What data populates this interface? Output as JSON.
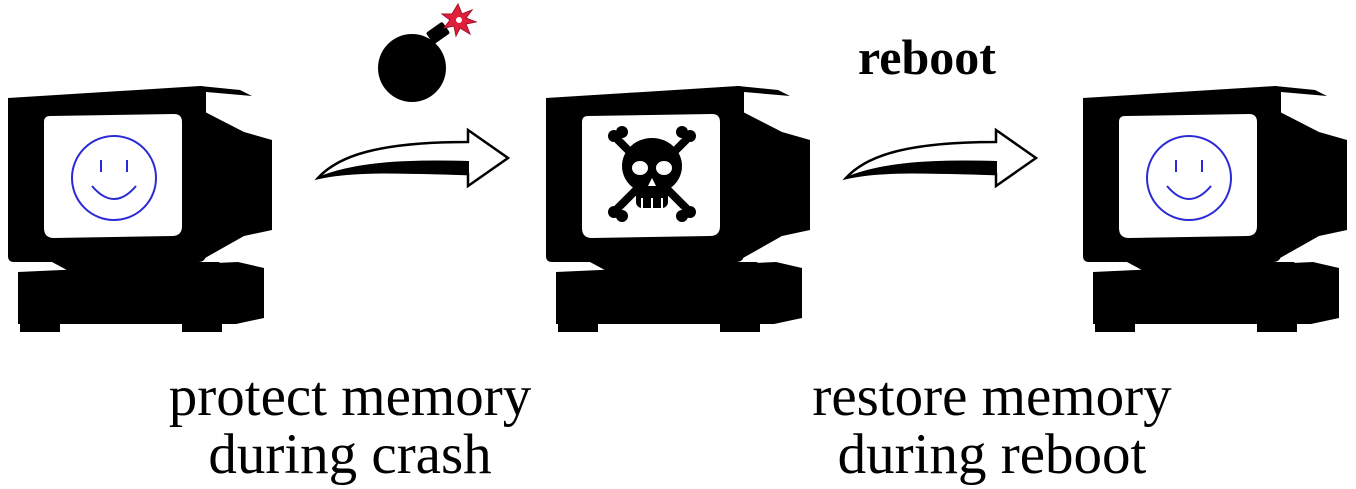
{
  "reboot_label": "reboot",
  "captions": {
    "left": [
      "protect memory",
      "during crash"
    ],
    "right": [
      "restore memory",
      "during reboot"
    ]
  },
  "colors": {
    "healthy_outline": "#2b2bd6",
    "healthy_fill": "#eef0ff",
    "healthy_screen": "#8a8cff",
    "crashed_outline": "#222222",
    "crashed_fill": "#f2f2f2",
    "crashed_screen": "#777777",
    "arrow": "#000000",
    "spark": "#e0203a"
  },
  "icons": {
    "healthy_screen": "smiley-face-icon",
    "crashed_screen": "skull-crossbones-icon",
    "event": "bomb-icon"
  }
}
